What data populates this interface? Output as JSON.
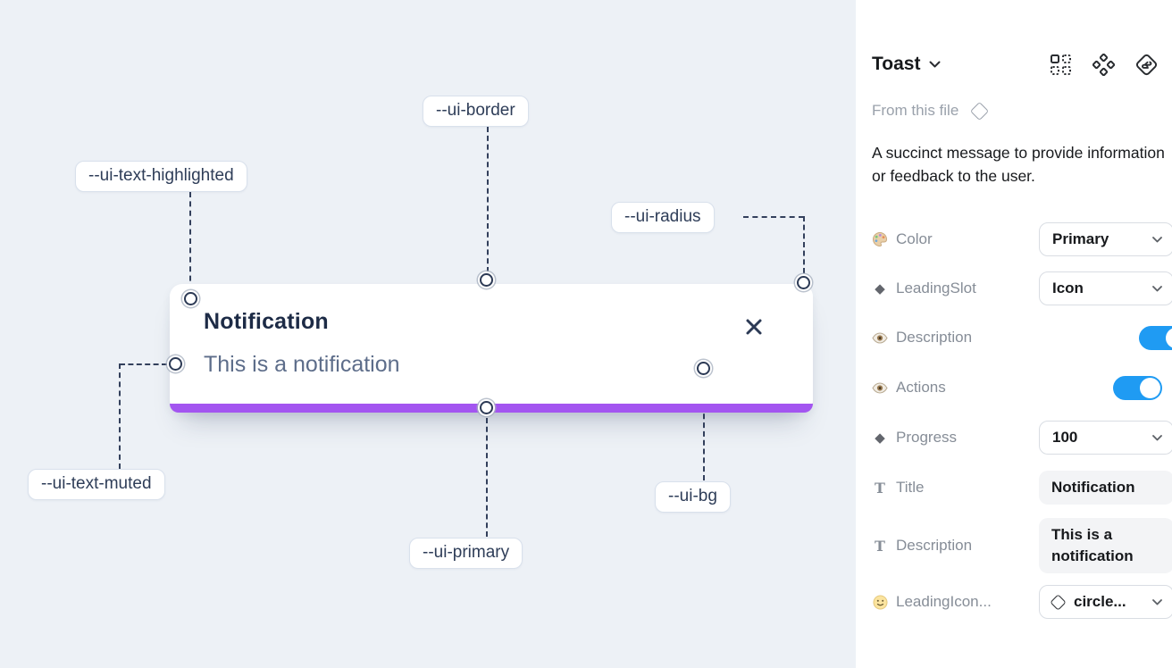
{
  "canvas": {
    "toast": {
      "title": "Notification",
      "description": "This is a notification",
      "close_icon": "x-icon",
      "progress_color": "#a355f0"
    },
    "labels": [
      {
        "id": "ui-border",
        "text": "--ui-border"
      },
      {
        "id": "ui-text-highlighted",
        "text": "--ui-text-highlighted"
      },
      {
        "id": "ui-radius",
        "text": "--ui-radius"
      },
      {
        "id": "ui-text-muted",
        "text": "--ui-text-muted"
      },
      {
        "id": "ui-primary",
        "text": "--ui-primary"
      },
      {
        "id": "ui-bg",
        "text": "--ui-bg"
      }
    ],
    "background_color": "#edf1f6"
  },
  "panel": {
    "title": "Toast",
    "header_icons": [
      "instance-grid-icon",
      "component-diamonds-icon",
      "swap-diamond-icon"
    ],
    "source": "From this file",
    "description": "A succinct message to provide information or feedback to the user.",
    "glyphs": {
      "diamond": "◆",
      "text": "T"
    },
    "accent_colors": {
      "toggle_on": "#1f9bf3"
    },
    "properties": [
      {
        "label": "Color",
        "icon": "palette-icon",
        "control": "select",
        "value": "Primary"
      },
      {
        "label": "LeadingSlot",
        "icon": "diamond-icon",
        "control": "select",
        "value": "Icon"
      },
      {
        "label": "Description",
        "icon": "eye-icon",
        "control": "toggle",
        "value": "on"
      },
      {
        "label": "Actions",
        "icon": "eye-icon",
        "control": "toggle",
        "value": "on"
      },
      {
        "label": "Progress",
        "icon": "diamond-icon",
        "control": "select",
        "value": "100"
      },
      {
        "label": "Title",
        "icon": "text-icon",
        "control": "text",
        "value": "Notification"
      },
      {
        "label": "Description",
        "icon": "text-icon",
        "control": "text",
        "value": "This is a notification"
      },
      {
        "label": "LeadingIcon...",
        "icon": "smiley-icon",
        "control": "select",
        "value": "circle..."
      }
    ]
  }
}
